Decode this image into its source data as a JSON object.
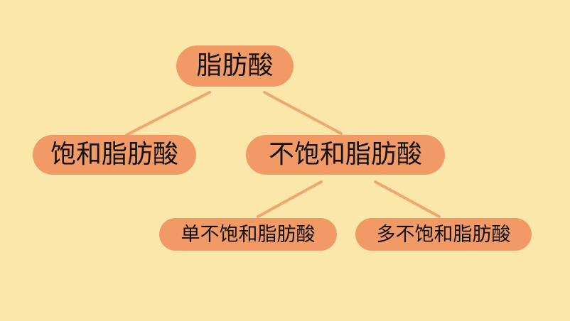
{
  "diagram": {
    "root": {
      "label": "脂肪酸"
    },
    "saturated": {
      "label": "饱和脂肪酸"
    },
    "unsaturated": {
      "label": "不饱和脂肪酸"
    },
    "mono_unsaturated": {
      "label": "单不饱和脂肪酸"
    },
    "poly_unsaturated": {
      "label": "多不饱和脂肪酸"
    }
  },
  "colors": {
    "background": "#fbe7aa",
    "node_fill": "#f19a66",
    "connector": "#eea76f",
    "text": "#111111"
  }
}
